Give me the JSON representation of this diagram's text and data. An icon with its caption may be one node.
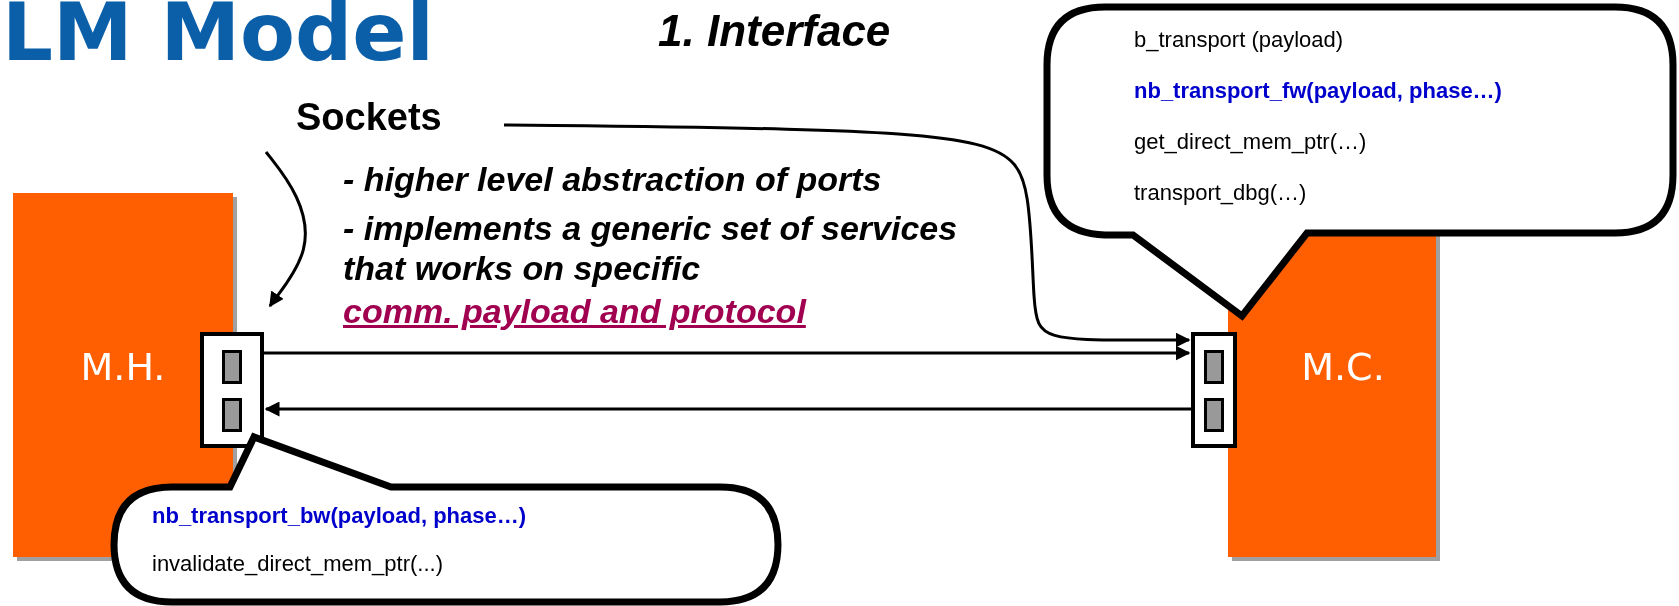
{
  "diagram": {
    "title": "LM Model",
    "nodes": [
      {
        "text": [
          "M.H."
        ]
      },
      {
        "text": [
          "M.C."
        ]
      },
      {
        "text": [],
        "shape": "box"
      },
      {
        "text": [],
        "shape": "box"
      },
      {
        "text": [
          "Sockets"
        ]
      },
      {
        "text": [
          "b_transport (payload)",
          "**nb_transport_fw(payload, phase…)**",
          "get_direct_mem_ptr(…)",
          "transport_dbg(…)"
        ]
      },
      {
        "text": [
          "**nb_transport_bw(payload, phase…)**",
          "invalidate_direct_mem_ptr(...)"
        ]
      }
    ],
    "edges": [
      {
        "from": 2,
        "to": 3,
        "arrow": "to"
      },
      {
        "from": 3,
        "to": 2,
        "arrow": "to"
      },
      {
        "from": 4,
        "to": 2,
        "arrow": "to"
      },
      {
        "from": 4,
        "to": 3,
        "arrow": "to"
      }
    ],
    "labels": [
      "1. Interface",
      "- higher level abstraction of ports",
      "- implements a generic set of services that works on specific",
      "comm. payload and protocol"
    ]
  }
}
